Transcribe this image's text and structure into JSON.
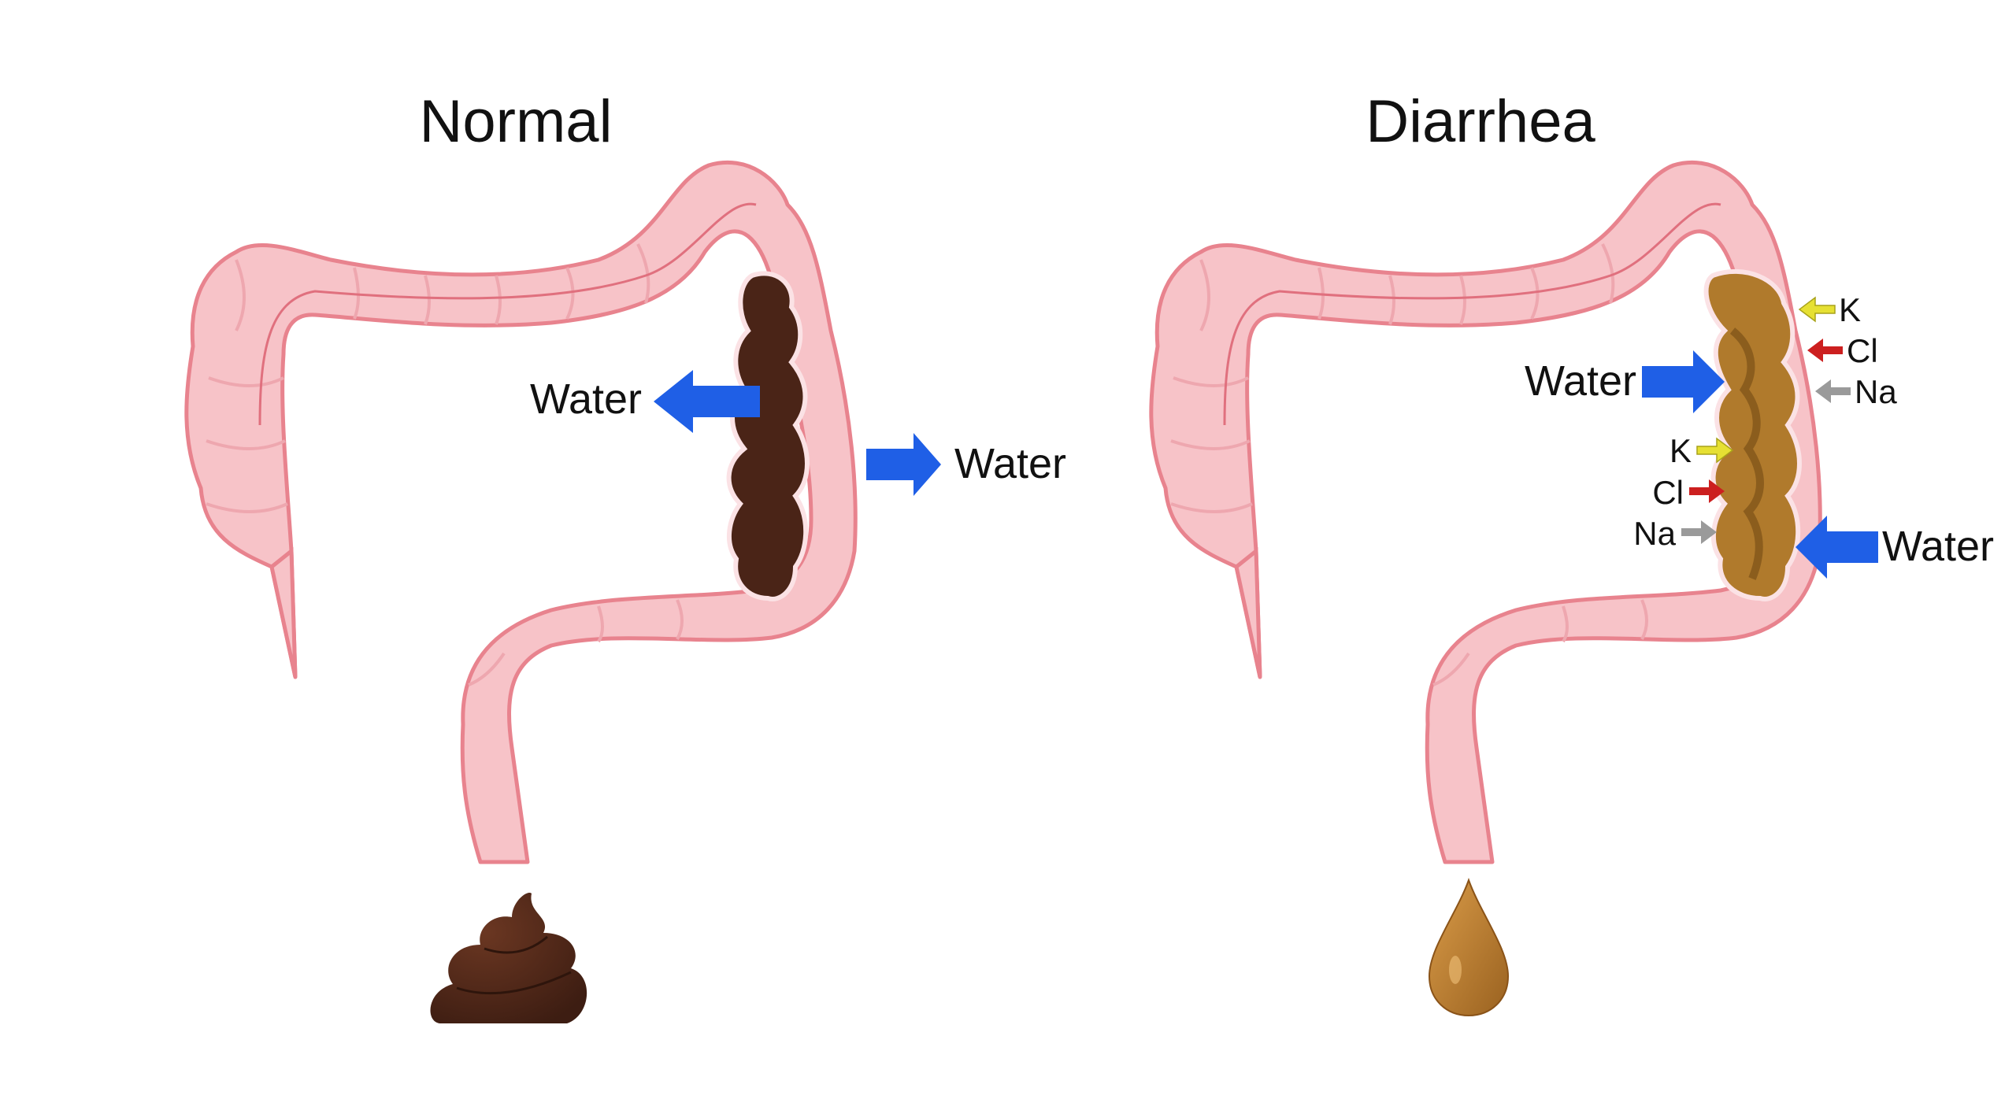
{
  "panels": {
    "normal": {
      "title": "Normal",
      "water_out_left": "Water",
      "water_out_right": "Water"
    },
    "diarrhea": {
      "title": "Diarrhea",
      "water_in_left": "Water",
      "water_in_right": "Water",
      "ions_right": [
        "K",
        "Cl",
        "Na"
      ],
      "ions_left": [
        "K",
        "Cl",
        "Na"
      ]
    }
  },
  "colors": {
    "colon_fill": "#f7c3c8",
    "colon_outline": "#e8838e",
    "colon_shadow": "#eea7af",
    "normal_stool": "#4a2417",
    "diarrhea_stool": "#b07a2c",
    "water_arrow": "#1f5fe6",
    "ion_K": "#e6e033",
    "ion_Cl": "#cc1f1f",
    "ion_Na": "#9a9a9a"
  }
}
